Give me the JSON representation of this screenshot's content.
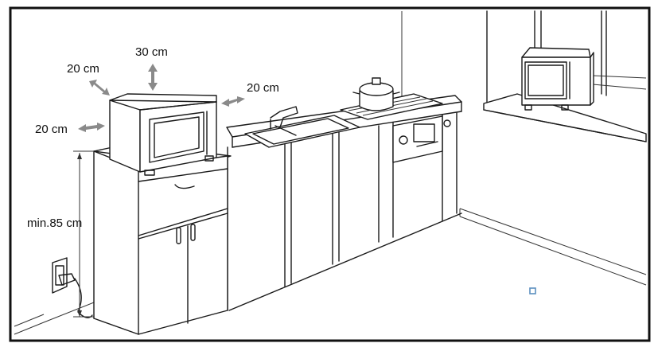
{
  "labels": {
    "top_clearance": "30 cm",
    "left_back_clearance": "20 cm",
    "left_side_clearance": "20 cm",
    "right_side_clearance": "20 cm",
    "min_height": "min.85 cm"
  },
  "colors": {
    "line": "#1a1a1a",
    "arrow": "#8a8a8a",
    "marker": "#5b8fbf",
    "background": "#ffffff"
  }
}
